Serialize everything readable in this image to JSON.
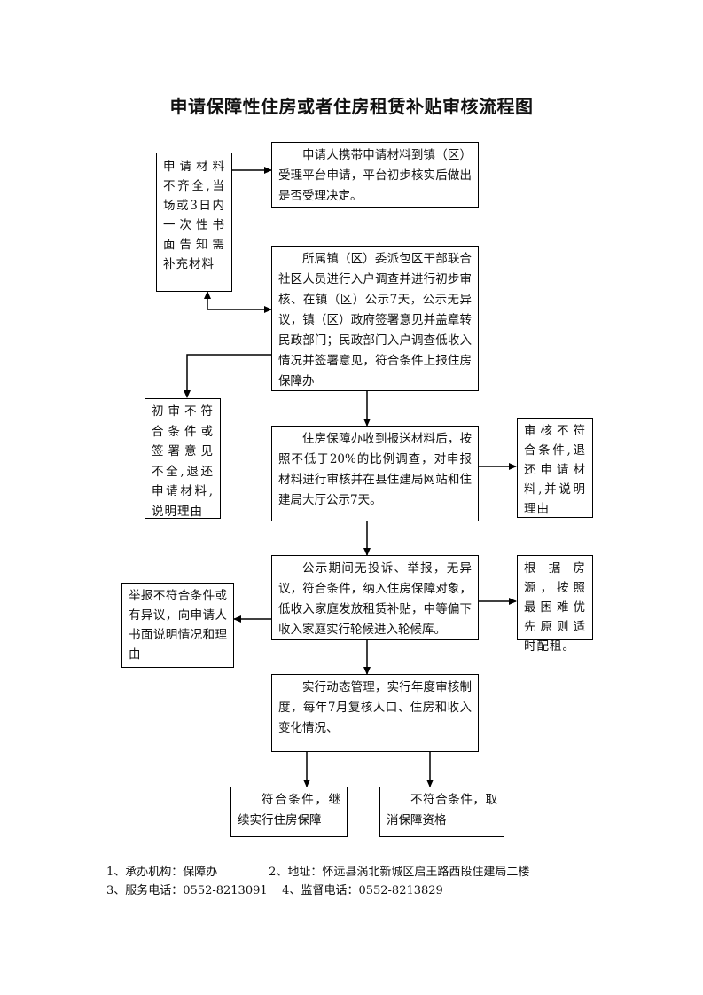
{
  "title": "申请保障性住房或者住房租赁补贴审核流程图",
  "nodes": {
    "incomplete_materials": "申请材料不齐全,当场或3日内一次性书面告知需补充材料",
    "apply_platform": "申请人携带申请材料到镇（区）受理平台申请，平台初步核实后做出是否受理决定。",
    "township_review": "所属镇（区）委派包区干部联合社区人员进行入户调查并进行初步审核、在镇（区）公示7天，公示无异议，镇（区）政府签署意见并盖章转民政部门；民政部门入户调查低收入情况并签署意见，符合条件上报住房保障办",
    "initial_reject": "初审不符合条件或签署意见不全,退还申请材料,说明理由",
    "housing_office_review": "住房保障办收到报送材料后，按照不低于20%的比例调查，对申报材料进行审核并在县住建局网站和住建局大厅公示7天。",
    "review_reject": "审核不符合条件,退还申请材料,并说明理由",
    "publicity_pass": "公示期间无投诉、举报，无异议，符合条件，纳入住房保障对象，低收入家庭发放租赁补贴，中等偏下收入家庭实行轮候进入轮候库。",
    "allocation": "根据房源，按照最困难优先原则适时配租。",
    "report_reject": "举报不符合条件或有异议，向申请人书面说明情况和理由",
    "dynamic_management": "实行动态管理，实行年度审核制度，每年7月复核人口、住房和收入变化情况、",
    "continue_qualified": "符合条件，继续实行住房保障",
    "cancel_qualification": "不符合条件，取消保障资格"
  },
  "footer": {
    "line1": "1、承办机构：保障办              2、地址：怀远县涡北新城区启王路西段住建局二楼",
    "line2": "3、服务电话：0552-8213091    4、监督电话：0552-8213829"
  }
}
